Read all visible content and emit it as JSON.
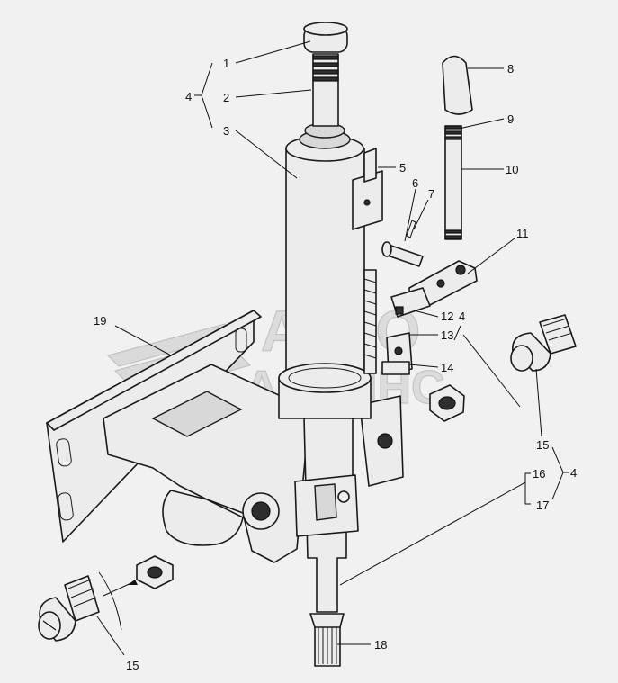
{
  "watermark": {
    "line1": "АВТО",
    "line2": "АЛЬЯНС"
  },
  "callouts": {
    "c1": "1",
    "c2": "2",
    "c3": "3",
    "c4a": "4",
    "c4b": "4",
    "c4c": "4",
    "c5": "5",
    "c6": "6",
    "c7": "7",
    "c8": "8",
    "c9": "9",
    "c10": "10",
    "c11": "11",
    "c12": "12",
    "c13": "13",
    "c14": "14",
    "c15a": "15",
    "c15b": "15",
    "c16": "16",
    "c17": "17",
    "c18": "18",
    "c19": "19"
  }
}
